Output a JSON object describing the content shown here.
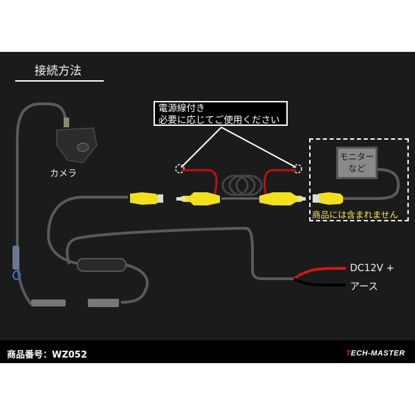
{
  "diagram": {
    "title": "接続方法",
    "callout": {
      "line1": "電源線付き",
      "line2": "必要に応じてご使用ください"
    },
    "labels": {
      "camera": "カメラ",
      "monitor_line1": "モニター",
      "monitor_line2": "など",
      "not_included": "商品には含まれません",
      "power_positive": "DC12V +",
      "ground": "アース"
    },
    "colors": {
      "panel_bg": "#1b1b1b",
      "footer_bg": "#000000",
      "rca_yellow": "#f3e01c",
      "power_red": "#d01818",
      "cable_gray": "#5a5a5a",
      "not_included_text": "#f5e94a",
      "brand_accent": "#d8242a"
    }
  },
  "footer": {
    "product_code": "商品番号：WZ052",
    "brand_prefix": "T",
    "brand_rest": "ECH-MASTER"
  }
}
